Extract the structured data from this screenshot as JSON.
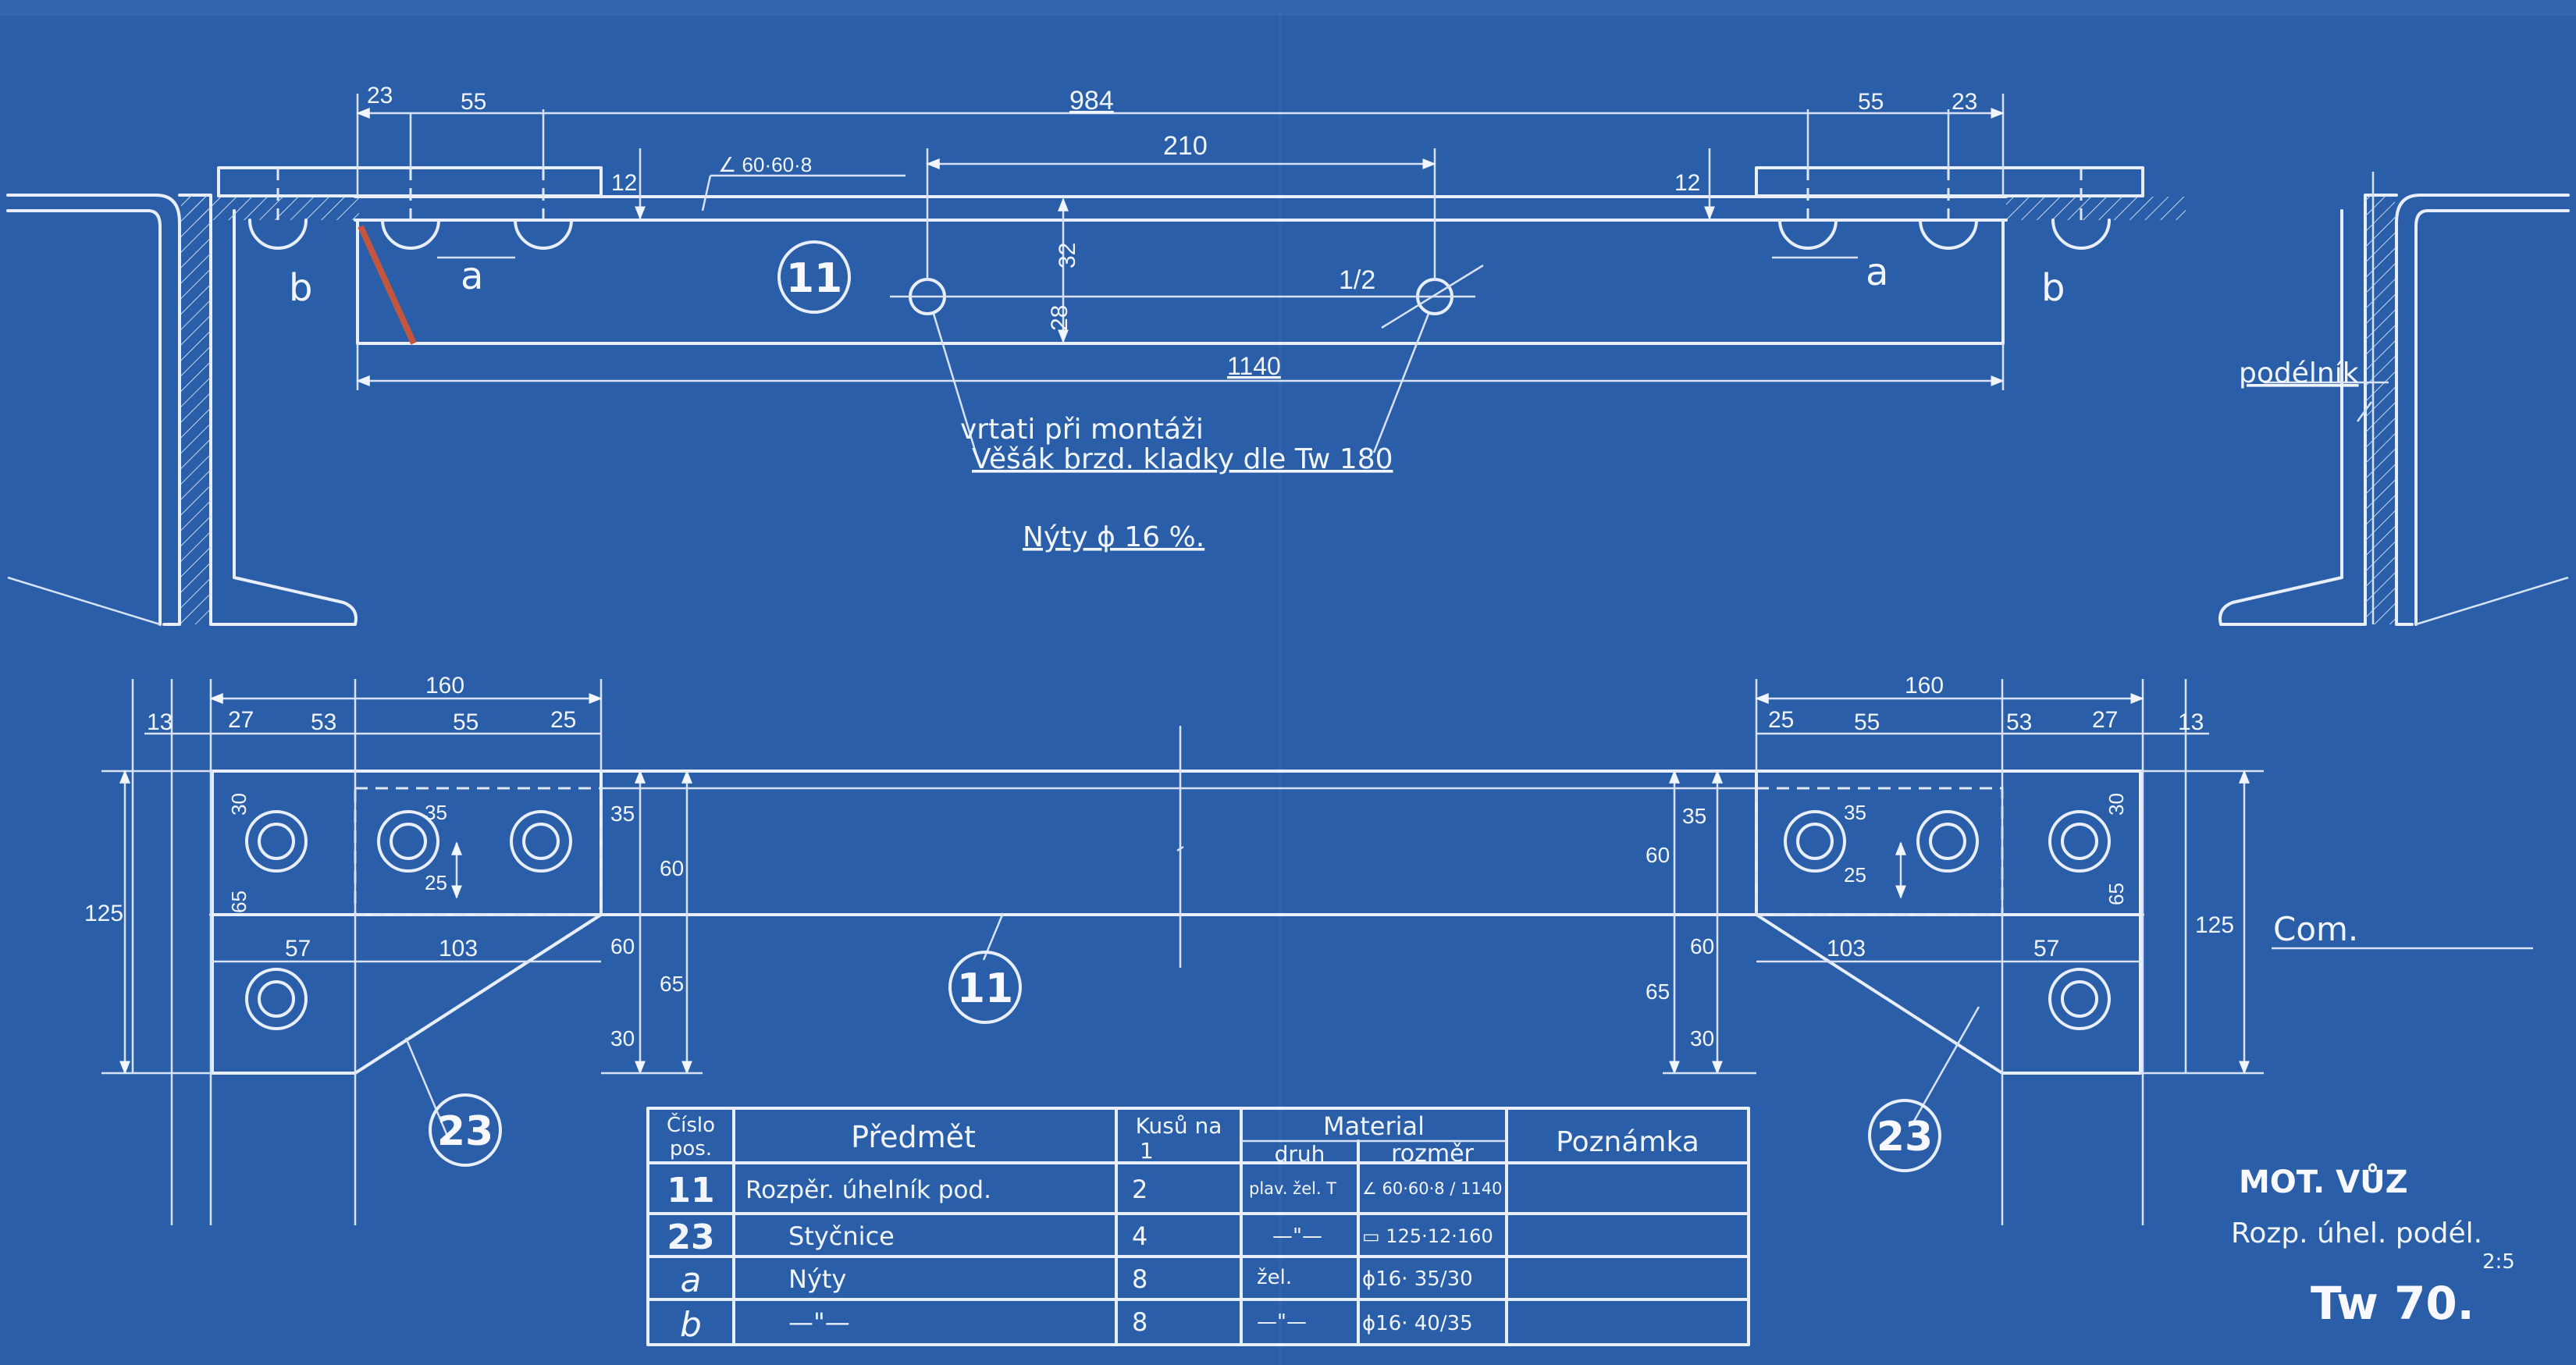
{
  "dimensions": {
    "top_total": "984",
    "top_23_left": "23",
    "top_55_left": "55",
    "top_55_right": "55",
    "top_23_right": "23",
    "top_210": "210",
    "top_12_left": "12",
    "top_12_right": "12",
    "top_32": "32",
    "top_28": "28",
    "top_1140": "1140",
    "angle": "∠ 60·60·8",
    "hole_size": "1/2",
    "plan_160_left": "160",
    "plan_160_right": "160",
    "l13": "13",
    "l27": "27",
    "l53": "53",
    "l55": "55",
    "l25": "25",
    "r25": "25",
    "r55": "55",
    "r53": "53",
    "r27": "27",
    "r13": "13",
    "l30": "30",
    "l35a": "35",
    "l25b": "25",
    "l65": "65",
    "l125": "125",
    "l57": "57",
    "l103": "103",
    "lc35": "35",
    "lc60a": "60",
    "lc60b": "60",
    "lc65": "65",
    "lc30": "30",
    "rc35": "35",
    "rc60a": "60",
    "rc60b": "60",
    "rc65": "65",
    "rc30": "30",
    "r35a": "35",
    "r25b": "25",
    "r30": "30",
    "r65": "65",
    "r125": "125",
    "r103": "103",
    "r57": "57"
  },
  "labels": {
    "pos11_top": "11",
    "pos11_plan": "11",
    "pos23_left": "23",
    "pos23_right": "23",
    "rivet_a_left": "a",
    "rivet_a_right": "a",
    "rivet_b_left": "b",
    "rivet_b_right": "b",
    "note_line1": "vrtati při montáži",
    "note_line2": "Věšák brzd. kladky dle Tw 180",
    "rivets_note": "Nýty ϕ 16 %.",
    "podelnik": "podélník",
    "com": "Com."
  },
  "table": {
    "headers": {
      "pos_line1": "Číslo",
      "pos_line2": "pos.",
      "item": "Předmět",
      "qty_line1": "Kusů na",
      "qty_line2": "1",
      "material": "Material",
      "kind": "druh",
      "size": "rozměr",
      "note": "Poznámka"
    },
    "rows": [
      {
        "pos": "11",
        "item": "Rozpěr. úhelník pod.",
        "qty": "2",
        "kind": "plav. žel. T",
        "size": "∠ 60·60·8 / 1140"
      },
      {
        "pos": "23",
        "item": "Styčnice",
        "qty": "4",
        "kind": "—\"—",
        "size": "▭ 125·12·160"
      },
      {
        "pos": "a",
        "item": "Nýty",
        "qty": "8",
        "kind": "žel.",
        "size": "ϕ16· 35/30"
      },
      {
        "pos": "b",
        "item": "—\"—",
        "qty": "8",
        "kind": "—\"—",
        "size": "ϕ16· 40/35"
      }
    ]
  },
  "title_block": {
    "line1": "MOT. VŮZ",
    "line2": "Rozp. úhel. podél.",
    "scale": "2:5",
    "number": "Tw 70."
  },
  "colors": {
    "paper": "#2a5ea8",
    "lines": "#e8eefb",
    "red_mark": "#c4553e"
  }
}
